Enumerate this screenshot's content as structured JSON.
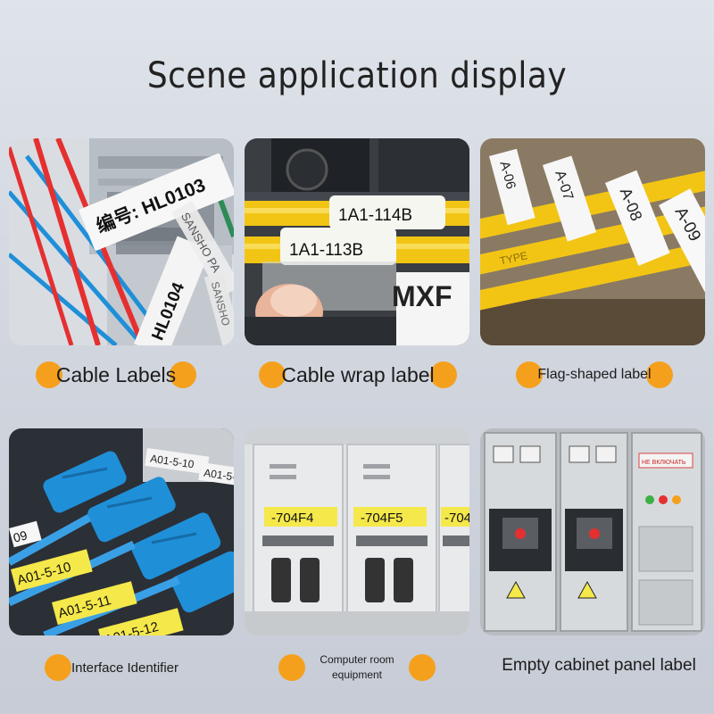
{
  "page": {
    "title": "Scene application display"
  },
  "scenes": [
    {
      "caption": "Cable Labels",
      "labels": [
        "编号: HL0103",
        "HL0104",
        "SANSHO PA",
        "SANSHO"
      ]
    },
    {
      "caption": "Cable wrap label",
      "labels": [
        "1A1-114B",
        "1A1-113B",
        "MXF"
      ]
    },
    {
      "caption": "Flag-shaped label",
      "labels": [
        "A-06",
        "A-07",
        "A-08",
        "A-09",
        "TYPE"
      ]
    },
    {
      "caption": "Interface Identifier",
      "labels": [
        "A01-5-10",
        "A01-5-11",
        "A01-5-12",
        "A01-5-10",
        "A01-5-1",
        "09"
      ]
    },
    {
      "caption": "Computer room equipment",
      "caption_line1": "Computer room",
      "caption_line2": "equipment",
      "labels": [
        "-704F4",
        "-704F5",
        "-704"
      ]
    },
    {
      "caption": "Empty cabinet panel label",
      "labels": [
        "НЕ ВКЛЮЧАТЬ"
      ]
    }
  ],
  "colors": {
    "accent_dot": "#f5a01d",
    "label_yellow": "#f5e84a",
    "cable_yellow": "#f2c515",
    "cable_blue": "#1f8fd8",
    "cable_red": "#e53030"
  }
}
